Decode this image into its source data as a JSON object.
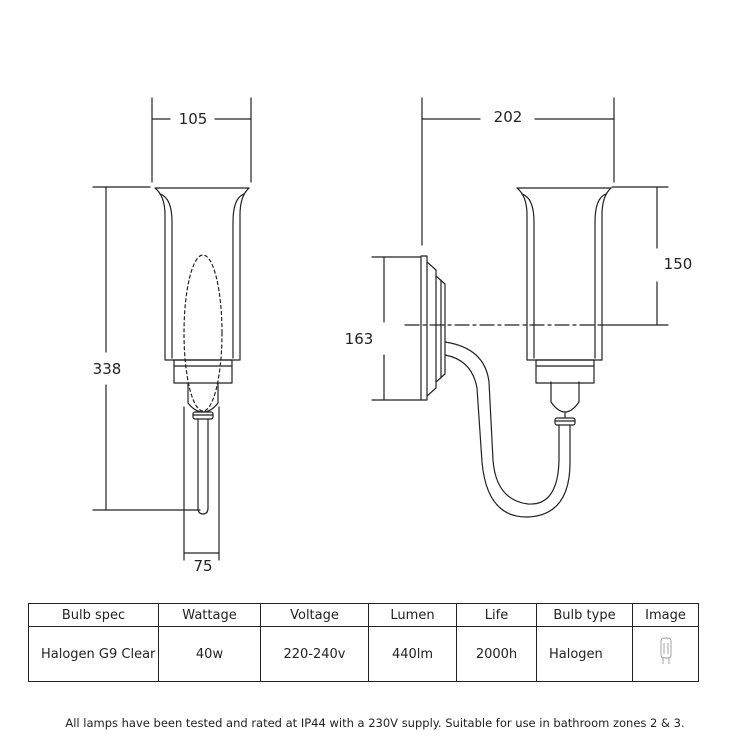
{
  "dimensions": {
    "front_width": "105",
    "front_height": "338",
    "front_base": "75",
    "side_depth": "202",
    "side_shade_height": "150",
    "backplate_height": "163"
  },
  "spec_table": {
    "headers": [
      "Bulb spec",
      "Wattage",
      "Voltage",
      "Lumen",
      "Life",
      "Bulb type",
      "Image"
    ],
    "row": [
      "Halogen G9 Clear",
      "40w",
      "220-240v",
      "440lm",
      "2000h",
      "Halogen"
    ],
    "image_icon": "g9-bulb-icon"
  },
  "footnote": "All lamps have been tested and rated at IP44 with a 230V supply. Suitable for use in bathroom zones 2 & 3."
}
